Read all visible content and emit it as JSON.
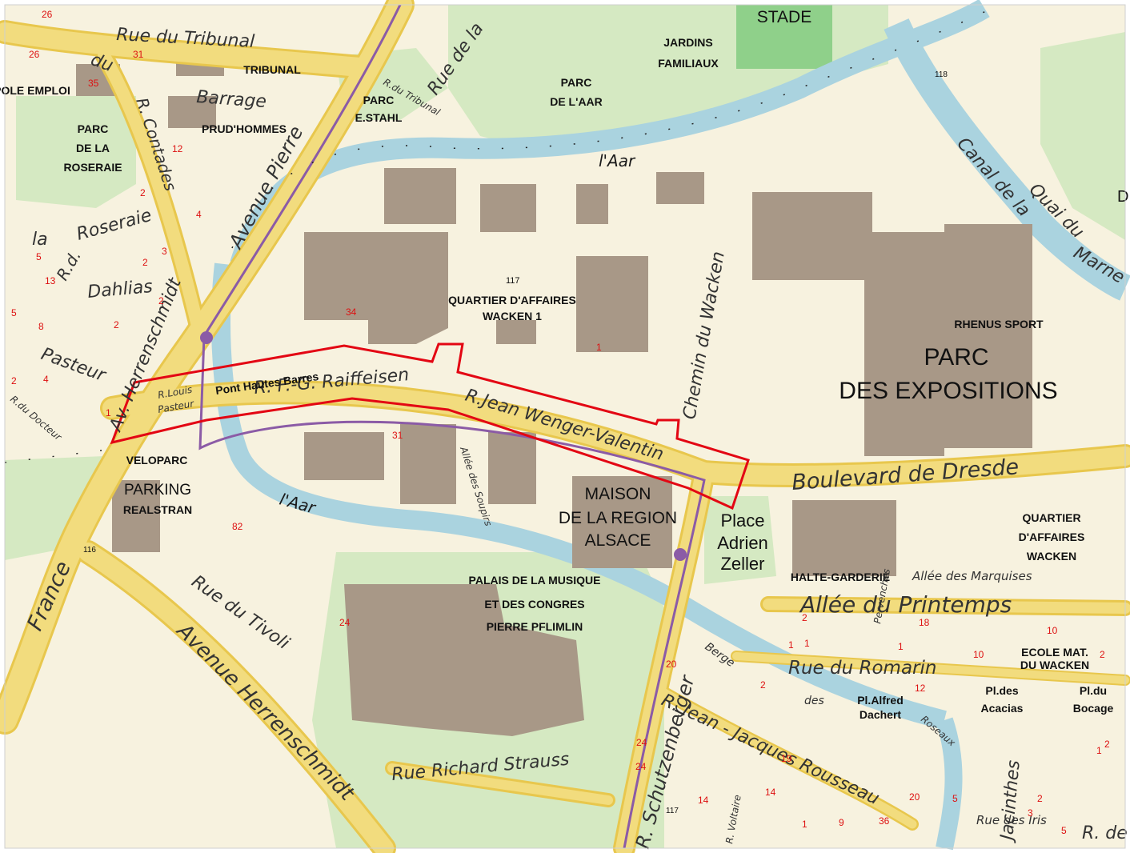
{
  "map": {
    "colors": {
      "background": "#f7f2df",
      "park": "#d5e9c2",
      "building": "#a89887",
      "road": "#f2dc7e",
      "water": "#aad3df",
      "tram": "#8b5ba6",
      "highlight": "#e30613",
      "stadium": "#8fd08a",
      "number": "#d11111"
    },
    "places": {
      "stade": "STADE",
      "jardins1": "JARDINS",
      "jardins2": "FAMILIAUX",
      "parc_aar1": "PARC",
      "parc_aar2": "DE L'AAR",
      "parc_stahl1": "PARC",
      "parc_stahl2": "E.STAHL",
      "parc_roseraie1": "PARC",
      "parc_roseraie2": "DE LA",
      "parc_roseraie3": "ROSERAIE",
      "tribunal": "TRIBUNAL",
      "pole_emploi": "POLE EMPLOI",
      "prudhommes": "PRUD'HOMMES",
      "quartier1": "QUARTIER D'AFFAIRES",
      "quartier2": "WACKEN 1",
      "rhenus": "RHENUS SPORT",
      "parc_expo1": "PARC",
      "parc_expo2": "DES EXPOSITIONS",
      "maison1": "MAISON",
      "maison2": "DE LA REGION",
      "maison3": "ALSACE",
      "place_adrien1": "Place",
      "place_adrien2": "Adrien",
      "place_adrien3": "Zeller",
      "palais1": "PALAIS DE LA MUSIQUE",
      "palais2": "ET DES CONGRES",
      "palais3": "PIERRE PFLIMLIN",
      "velo_parc": "VELOPARC",
      "parking1": "PARKING",
      "parking2": "REALSTRAN",
      "quartier_wacken1": "QUARTIER",
      "quartier_wacken2": "D'AFFAIRES",
      "quartier_wacken3": "WACKEN",
      "halte": "HALTE-GARDERIE",
      "ecole1": "ECOLE MAT.",
      "ecole2": "DU WACKEN",
      "pl_acacias1": "Pl.des",
      "pl_acacias2": "Acacias",
      "pl_bocage1": "Pl.du",
      "pl_bocage2": "Bocage",
      "pl_alfred1": "Pl.Alfred",
      "pl_alfred2": "Dachert",
      "d_edge": "D"
    },
    "streets": {
      "rue_tribunal": "Rue   du   Tribunal",
      "rue_barrage": "Barrage",
      "du": "du",
      "r_contades": "R.  Contades",
      "avenue_pierre": "Avenue   Pierre",
      "rue_de_la": "Rue   de  la",
      "r_du_tribunal": "R.du Tribunal",
      "aar_top": "l'Aar",
      "aar_bottom": "l'Aar",
      "canal": "Canal   de   la",
      "quai": "Quai   du",
      "marne": "Marne",
      "chemin_wacken": "Chemin  du  Wacken",
      "raiffeisen": "R. F.-G. Raiffeisen",
      "wenger": "R.Jean Wenger-Valentin",
      "louis_pasteur1": "R.Louis",
      "louis_pasteur2": "Pasteur",
      "hautes_barres": "Pont Hautes Barres",
      "boulevard": "Boulevard   de   Dresde",
      "allee_soupirs": "Allée  des  Soupirs",
      "rue_tivoli": "Rue   du   Tivoli",
      "avenue_herrenschmidt": "Avenue   Herrenschmidt",
      "av_herrenschmidt": "Av.  Herrenschmidt",
      "france": "France",
      "rue_richard_strauss": "Rue Richard Strauss",
      "schutzenberger": "R. Schutzenberger",
      "allee_printemps": "Allée   du   Printemps",
      "allee_marquises": "Allée  des  Marquises",
      "rue_romarin": "Rue    du    Romarin",
      "des": "des",
      "jean_jacques": "R. Jean - Jacques  Rousseau",
      "rue_des_iris": "Rue  des Iris",
      "berge": "Berge",
      "roseraie": "Roseraie",
      "la": "la",
      "r_d": "R.d.",
      "dahlias": "Dahlias",
      "pasteur": "Pasteur",
      "r_docteur": "R.du Docteur",
      "hyacinthes": "Jacinthes",
      "r_de": "R. de",
      "roseaux": "Roseaux",
      "voltaire": "R. Voltaire",
      "perv": "Pervenches"
    },
    "numbers": [
      "26",
      "31",
      "26",
      "35",
      "12",
      "2",
      "4",
      "2",
      "5",
      "13",
      "2",
      "3",
      "2",
      "5",
      "8",
      "2",
      "4",
      "1",
      "34",
      "117",
      "1",
      "31",
      "82",
      "24",
      "20",
      "24",
      "2",
      "1",
      "18",
      "10",
      "12",
      "2",
      "1",
      "10",
      "1",
      "2",
      "1",
      "5",
      "2",
      "24",
      "14",
      "14",
      "19",
      "20",
      "36",
      "9",
      "2",
      "5",
      "3",
      "1",
      "118",
      "117",
      "116"
    ]
  }
}
